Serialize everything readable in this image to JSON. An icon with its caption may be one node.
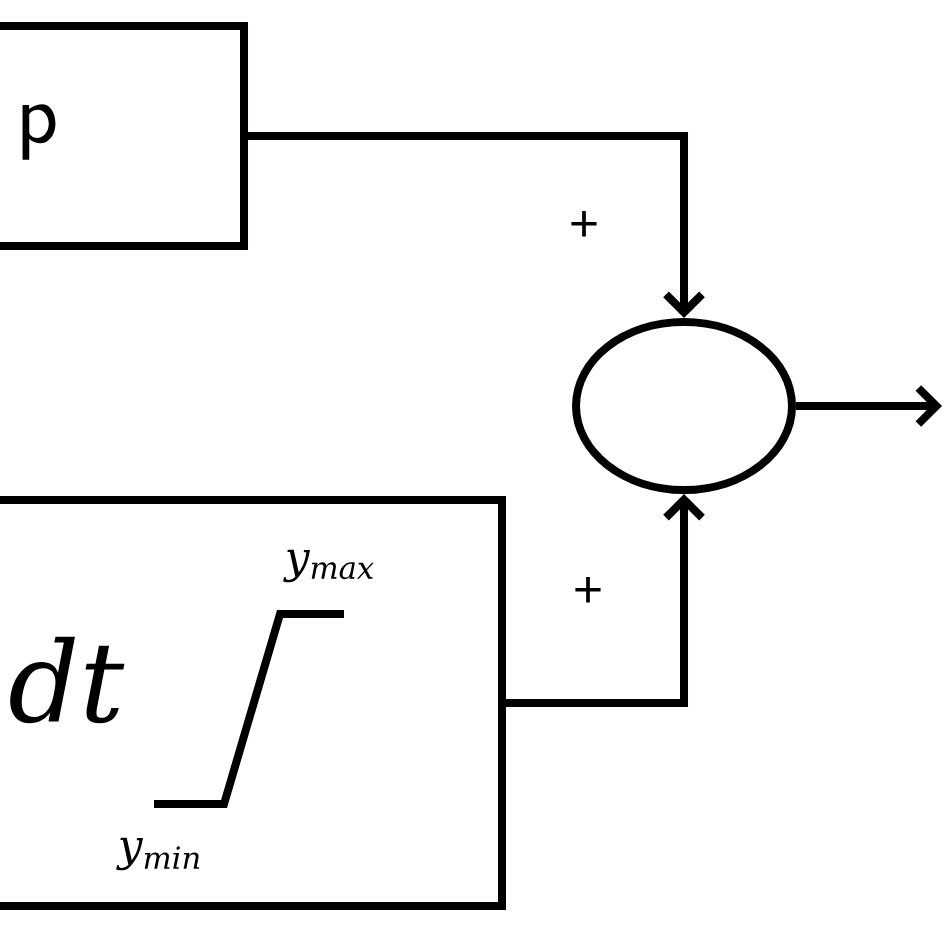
{
  "diagram": {
    "nodes": [
      {
        "text": [
          "p"
        ]
      },
      {
        "text": [
          "dt"
        ]
      },
      {
        "text": [],
        "shape": "circle"
      }
    ],
    "edges": [
      {
        "from": 0,
        "to": 2,
        "arrow": "to",
        "label": "+"
      },
      {
        "from": 1,
        "to": 2,
        "arrow": "to",
        "label": "+"
      },
      {
        "from": 2,
        "to": null,
        "arrow": "to"
      }
    ],
    "labels": [
      "y$_{max}$",
      "y$_{min}$"
    ]
  }
}
